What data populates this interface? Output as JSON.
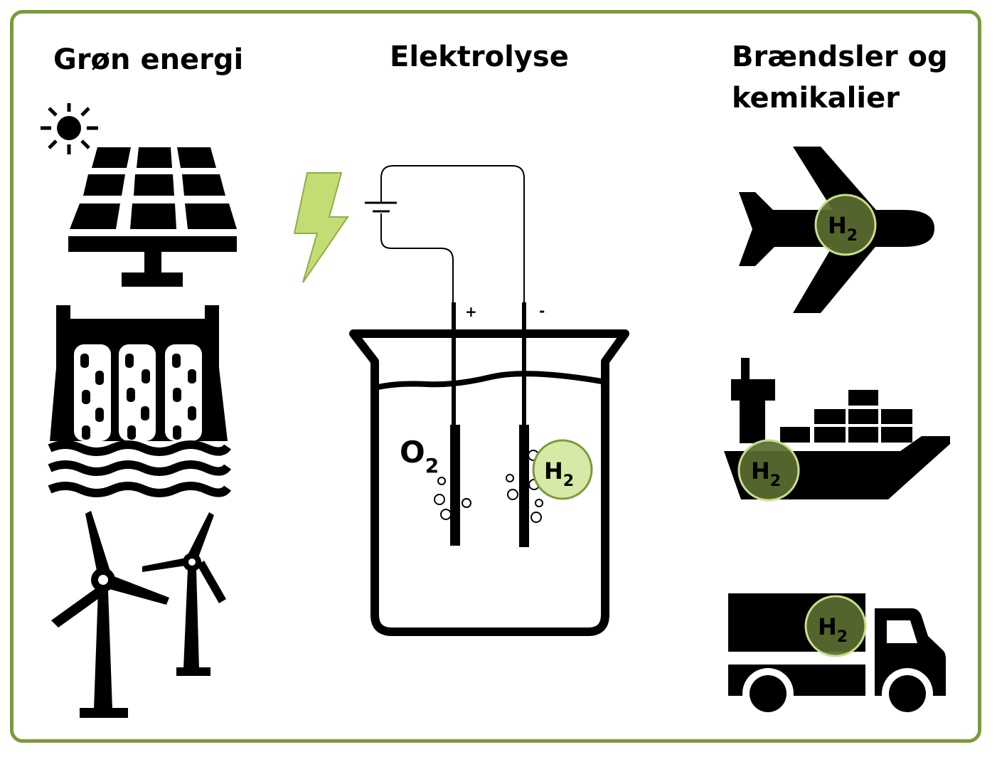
{
  "columns": {
    "green_energy": {
      "title": "Grøn energi"
    },
    "electrolysis": {
      "title": "Elektrolyse"
    },
    "fuels": {
      "title_line1": "Brændsler og",
      "title_line2": "kemikalier"
    }
  },
  "electrodes": {
    "anode_sign": "+",
    "cathode_sign": "-"
  },
  "gases": {
    "oxygen": {
      "symbol": "O",
      "subscript": "2"
    },
    "hydrogen": {
      "symbol": "H",
      "subscript": "2"
    }
  },
  "colors": {
    "frame": "#7d9a3a",
    "lightning": "#c3dd74",
    "h2_light_fill": "#d6e9a6",
    "h2_dark_fill": "#5a6e30",
    "icon": "#000000"
  },
  "icons": {
    "energy": [
      "sun-icon",
      "solar-panel-icon",
      "hydro-dam-icon",
      "wind-turbines-icon"
    ],
    "electrolysis": [
      "lightning-icon",
      "battery-icon",
      "beaker-icon"
    ],
    "uses": [
      "airplane-icon",
      "ship-icon",
      "truck-icon"
    ]
  }
}
